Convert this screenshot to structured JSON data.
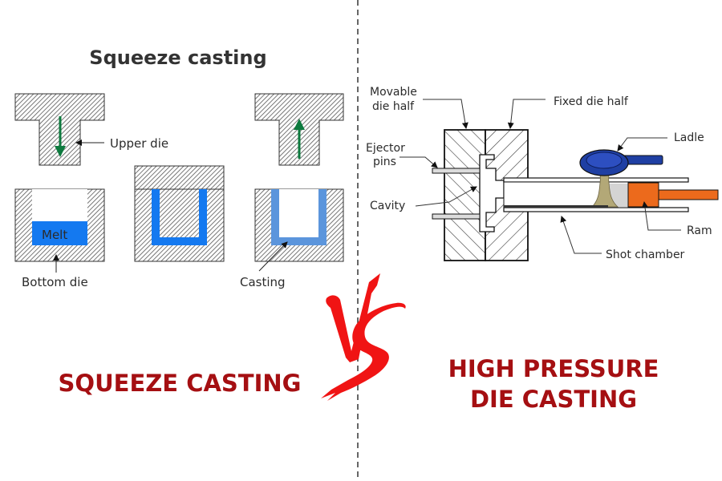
{
  "left_panel": {
    "title": "Squeeze casting",
    "labels": {
      "upper_die": "Upper die",
      "melt": "Melt",
      "bottom_die": "Bottom die",
      "casting": "Casting"
    },
    "heading": "SQUEEZE CASTING"
  },
  "right_panel": {
    "labels": {
      "movable_die_half_line1": "Movable",
      "movable_die_half_line2": "die half",
      "fixed_die_half": "Fixed die half",
      "ejector_pins_line1": "Ejector",
      "ejector_pins_line2": "pins",
      "cavity": "Cavity",
      "ladle": "Ladle",
      "ram": "Ram",
      "shot_chamber": "Shot chamber"
    },
    "heading_line1": "HIGH PRESSURE",
    "heading_line2": "DIE CASTING"
  },
  "vs_mark": "VS",
  "colors": {
    "heading_red": "#a50f12",
    "vs_red": "#f01414",
    "melt_blue": "#1479f0",
    "casting_blue": "#5b95dc",
    "arrow_green": "#0d7a3e",
    "ladle_blue": "#1f3fa3",
    "ram_orange": "#ec6a1c",
    "molten_metal": "#b3a877",
    "hatch_gray": "#7a7a7a"
  }
}
